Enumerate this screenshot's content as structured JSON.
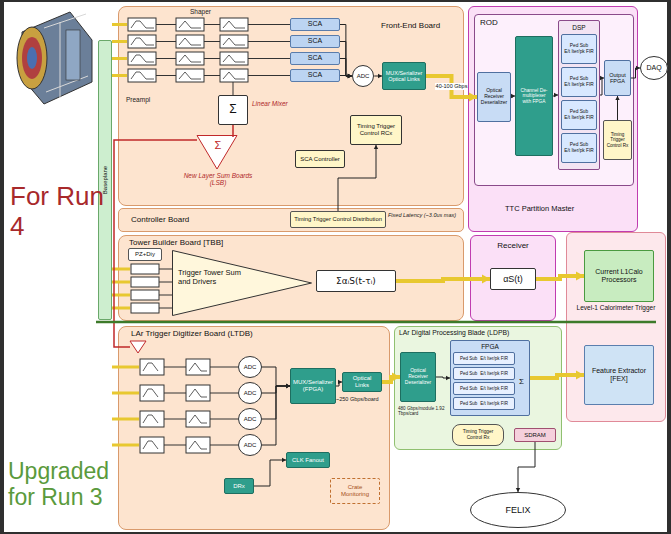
{
  "diagram": {
    "nodes": [
      {
        "text": [
          "Front-End Board"
        ]
      },
      {
        "text": [
          "SCA"
        ],
        "in": 0
      },
      {
        "text": [
          "SCA"
        ],
        "in": 0
      },
      {
        "text": [
          "SCA"
        ],
        "in": 0
      },
      {
        "text": [
          "SCA"
        ],
        "in": 0
      },
      {
        "text": [
          "ADC"
        ],
        "in": 0
      },
      {
        "text": [
          "MUX/Serializer Optical Links"
        ],
        "in": 0
      },
      {
        "text": [
          "Σ",
          "Linear Mixer"
        ],
        "in": 0
      },
      {
        "text": [
          "Σ",
          "New Layer Sum Boards (LSB)"
        ],
        "in": 0
      },
      {
        "text": [
          "SCA Controller"
        ],
        "in": 0
      },
      {
        "text": [
          "Timing Trigger Control RCx"
        ],
        "in": 0
      },
      {
        "text": [
          "TTC Partition Master"
        ]
      },
      {
        "text": [
          "ROD"
        ],
        "in": 11
      },
      {
        "text": [
          "Optical Receiver Deserializer"
        ],
        "in": 12
      },
      {
        "text": [
          "Channel De-multiplexer with FPGA"
        ],
        "in": 12
      },
      {
        "text": [
          "DSP"
        ],
        "in": 12
      },
      {
        "text": [
          "Ped Sub",
          "E/t Iter/pk FIR"
        ],
        "in": 15
      },
      {
        "text": [
          "Ped Sub",
          "E/t Iter/pk FIR"
        ],
        "in": 15
      },
      {
        "text": [
          "Ped Sub",
          "E/t Iter/pk FIR"
        ],
        "in": 15
      },
      {
        "text": [
          "Ped Sub",
          "E/t Iter/pk FIR"
        ],
        "in": 15
      },
      {
        "text": [
          "Output FPGA"
        ],
        "in": 12
      },
      {
        "text": [
          "Timing Trigger Control Rx"
        ],
        "in": 12
      },
      {
        "text": [
          "DAQ"
        ]
      },
      {
        "text": [
          "Controller Board"
        ]
      },
      {
        "text": [
          "Timing Trigger Control Distribution"
        ],
        "in": 23
      },
      {
        "text": [
          "Tower Builder Board [TBB]"
        ]
      },
      {
        "text": [
          "PZ+Diy"
        ],
        "in": 25
      },
      {
        "text": [
          "Trigger Tower Sum and Drivers"
        ],
        "in": 25
      },
      {
        "text": [
          "ΣαᵢS(t-τᵢ)"
        ],
        "in": 25
      },
      {
        "text": [
          "Receiver"
        ]
      },
      {
        "text": [
          "αS(t)"
        ],
        "in": 29
      },
      {
        "text": [
          "Level-1 Calorimeter Trigger"
        ]
      },
      {
        "text": [
          "Current L1Calo Processors"
        ],
        "in": 31
      },
      {
        "text": [
          "Feature Extractor [FEX]"
        ],
        "in": 31
      },
      {
        "text": [
          "LAr Trigger Digitizer Board (LTDB)"
        ]
      },
      {
        "text": [
          "ADC"
        ],
        "in": 34
      },
      {
        "text": [
          "ADC"
        ],
        "in": 34
      },
      {
        "text": [
          "ADC"
        ],
        "in": 34
      },
      {
        "text": [
          "ADC"
        ],
        "in": 34
      },
      {
        "text": [
          "MUX/Serializer (FPGA)"
        ],
        "in": 34
      },
      {
        "text": [
          "Optical Links"
        ],
        "in": 34
      },
      {
        "text": [
          "CLK Fanout"
        ],
        "in": 34
      },
      {
        "text": [
          "DRx"
        ],
        "in": 34
      },
      {
        "text": [
          "Crate Monitoring"
        ],
        "in": 34
      },
      {
        "text": [
          "LAr Digital Processing Blade (LDPB)"
        ]
      },
      {
        "text": [
          "Optical Receiver Deserializer"
        ],
        "in": 44
      },
      {
        "text": [
          "FPGA"
        ],
        "in": 44
      },
      {
        "text": [
          "Ped Sub",
          "E/t Iter/pk FIR"
        ],
        "in": 46
      },
      {
        "text": [
          "Ped Sub",
          "E/t Iter/pk FIR"
        ],
        "in": 46
      },
      {
        "text": [
          "Ped Sub",
          "E/t Iter/pk FIR"
        ],
        "in": 46
      },
      {
        "text": [
          "Ped Sub",
          "E/t Iter/pk FIR"
        ],
        "in": 46
      },
      {
        "text": [
          "SDRAM"
        ],
        "in": 44
      },
      {
        "text": [
          "Timing Trigger Control Rx"
        ],
        "in": 44
      },
      {
        "text": [
          "FELIX"
        ]
      },
      {
        "text": [
          "Baseplane"
        ]
      }
    ],
    "edges": [
      {
        "from": 1,
        "to": 5,
        "arrow": "to"
      },
      {
        "from": 2,
        "to": 5,
        "arrow": "to"
      },
      {
        "from": 3,
        "to": 5,
        "arrow": "to"
      },
      {
        "from": 4,
        "to": 5,
        "arrow": "to"
      },
      {
        "from": 5,
        "to": 6,
        "arrow": "to"
      },
      {
        "from": 6,
        "to": 13,
        "arrow": "to",
        "label": "40-100 Gbps"
      },
      {
        "from": 13,
        "to": 14,
        "arrow": "to"
      },
      {
        "from": 14,
        "to": 15,
        "arrow": "to"
      },
      {
        "from": 15,
        "to": 20,
        "arrow": "to"
      },
      {
        "from": 20,
        "to": 22,
        "arrow": "to"
      },
      {
        "from": 21,
        "to": 20,
        "arrow": "to"
      },
      {
        "from": 24,
        "to": 10,
        "arrow": "to"
      },
      {
        "from": 28,
        "to": 30,
        "arrow": "to"
      },
      {
        "from": 30,
        "to": 32,
        "arrow": "to"
      },
      {
        "from": 35,
        "to": 39,
        "arrow": "to"
      },
      {
        "from": 36,
        "to": 39,
        "arrow": "to"
      },
      {
        "from": 37,
        "to": 39,
        "arrow": "to"
      },
      {
        "from": 38,
        "to": 39,
        "arrow": "to"
      },
      {
        "from": 39,
        "to": 40,
        "arrow": "to"
      },
      {
        "from": 40,
        "to": 45,
        "arrow": "to"
      },
      {
        "from": 45,
        "to": 46,
        "arrow": "to"
      },
      {
        "from": 46,
        "to": 33,
        "arrow": "to"
      },
      {
        "from": 51,
        "to": 53,
        "arrow": "to"
      },
      {
        "from": 42,
        "to": 41,
        "arrow": "to"
      }
    ],
    "labels": [
      "Shaper",
      "Preampl",
      "Fixed Latency (~3.0us max)",
      "For Run 4",
      "Upgraded for Run 3",
      "~250 Gbps/board",
      "480 Gbps/module 1.92 Tbps/card",
      "Σ"
    ]
  }
}
